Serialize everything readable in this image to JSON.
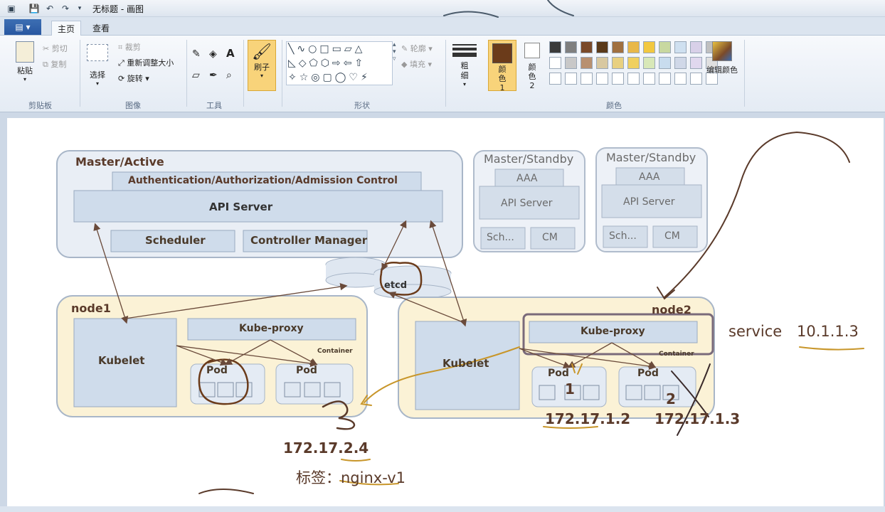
{
  "window": {
    "title": "无标题 - 画图"
  },
  "tabs": {
    "file": "",
    "home": "主页",
    "view": "查看"
  },
  "ribbon": {
    "clipboard": {
      "paste": "粘贴",
      "cut": "剪切",
      "copy": "复制",
      "group": "剪贴板"
    },
    "image": {
      "select": "选择",
      "crop": "裁剪",
      "resize": "重新调整大小",
      "rotate": "旋转",
      "group": "图像"
    },
    "tools": {
      "group": "工具"
    },
    "brushes": {
      "label": "刷子"
    },
    "shapes": {
      "outline": "轮廓",
      "fill": "填充",
      "group": "形状"
    },
    "size": {
      "label": "粗细"
    },
    "colors": {
      "color1": "颜色 1",
      "color2": "颜色 2",
      "edit": "编辑颜色",
      "group": "颜色",
      "palette_row1": [
        "#3a3a3a",
        "#7f7f7f",
        "#7a4a2a",
        "#5a3a1a",
        "#a07040",
        "#e8b84a",
        "#f2c840",
        "#c8d8a0",
        "#cfe0f0",
        "#d8d0e8",
        "#c0c0c0"
      ],
      "palette_row2": [
        "#ffffff",
        "#c8c8c8",
        "#b89070",
        "#d8c8a0",
        "#e8d080",
        "#f0d060",
        "#d8e8b8",
        "#c8dcee",
        "#d0d8e8",
        "#e0d8ee",
        "#e0e0e0"
      ],
      "active_color1": "#6b3b1a",
      "active_color2": "#ffffff"
    }
  },
  "diagram": {
    "master_active": "Master/Active",
    "auth_bar": "Authentication/Authorization/Admission Control",
    "api_server": "API Server",
    "scheduler": "Scheduler",
    "controller_manager": "Controller Manager",
    "standby1": {
      "title": "Master/Standby",
      "aaa": "AAA",
      "api": "API Server",
      "sch": "Sch...",
      "cm": "CM"
    },
    "standby2": {
      "title": "Master/Standby",
      "aaa": "AAA",
      "api": "API Server",
      "sch": "Sch...",
      "cm": "CM"
    },
    "etcd": "etcd",
    "node1": {
      "title": "node1",
      "kubelet": "Kubelet",
      "kube_proxy": "Kube-proxy",
      "container": "Container",
      "pod1": "Pod",
      "pod2": "Pod"
    },
    "node2": {
      "title": "node2",
      "kubelet": "Kubelet",
      "kube_proxy": "Kube-proxy",
      "container": "Container",
      "pod1": "Pod",
      "pod2": "Pod"
    }
  },
  "annotations": {
    "service": "service",
    "service_ip": "10.1.1.3",
    "num1": "1",
    "num2": "2",
    "num3": "3",
    "ip_pod1": "172.17.1.2",
    "ip_pod2": "172.17.1.3",
    "ip_node1_pod": "172.17.2.4",
    "label_prefix": "标签：",
    "label_value": "nginx-v1"
  }
}
